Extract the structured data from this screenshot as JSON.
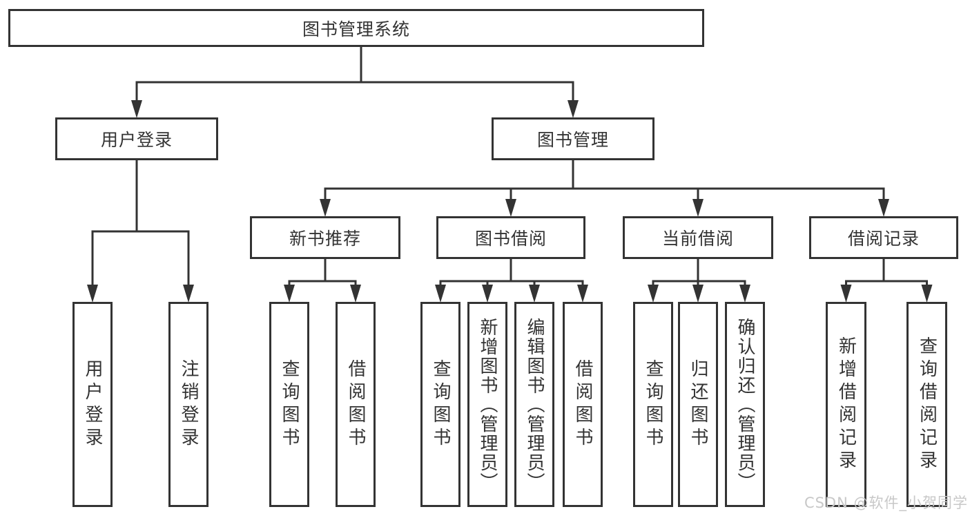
{
  "diagram": {
    "tree": {
      "id": "library-system",
      "label": "图书管理系统",
      "children": [
        {
          "id": "user-login",
          "label": "用户登录",
          "children": [
            {
              "id": "user-login-leaf",
              "label": "用户登录"
            },
            {
              "id": "logout-leaf",
              "label": "注销登录"
            }
          ]
        },
        {
          "id": "book-management",
          "label": "图书管理",
          "children": [
            {
              "id": "new-book-recommend",
              "label": "新书推荐",
              "children": [
                {
                  "id": "nb-query-book",
                  "label": "查询图书"
                },
                {
                  "id": "nb-borrow-book",
                  "label": "借阅图书"
                }
              ]
            },
            {
              "id": "book-borrowing",
              "label": "图书借阅",
              "children": [
                {
                  "id": "bb-query-book",
                  "label": "查询图书"
                },
                {
                  "id": "bb-add-book-admin",
                  "label": "新增图书（管理员）"
                },
                {
                  "id": "bb-edit-book-admin",
                  "label": "编辑图书（管理员）"
                },
                {
                  "id": "bb-borrow-book",
                  "label": "借阅图书"
                }
              ]
            },
            {
              "id": "current-borrowing",
              "label": "当前借阅",
              "children": [
                {
                  "id": "cb-query-book",
                  "label": "查询图书"
                },
                {
                  "id": "cb-return-book",
                  "label": "归还图书"
                },
                {
                  "id": "cb-confirm-return-admin",
                  "label": "确认归还（管理员）"
                }
              ]
            },
            {
              "id": "borrowing-records",
              "label": "借阅记录",
              "children": [
                {
                  "id": "br-add-record",
                  "label": "新增借阅记录"
                },
                {
                  "id": "br-query-record",
                  "label": "查询借阅记录"
                }
              ]
            }
          ]
        }
      ]
    },
    "colors": {
      "line": "#333333",
      "text": "#333333",
      "box_background": "#ffffff",
      "watermark": "#c8c8c8"
    }
  },
  "watermark": {
    "text": "CSDN @软件_小贺同学"
  }
}
